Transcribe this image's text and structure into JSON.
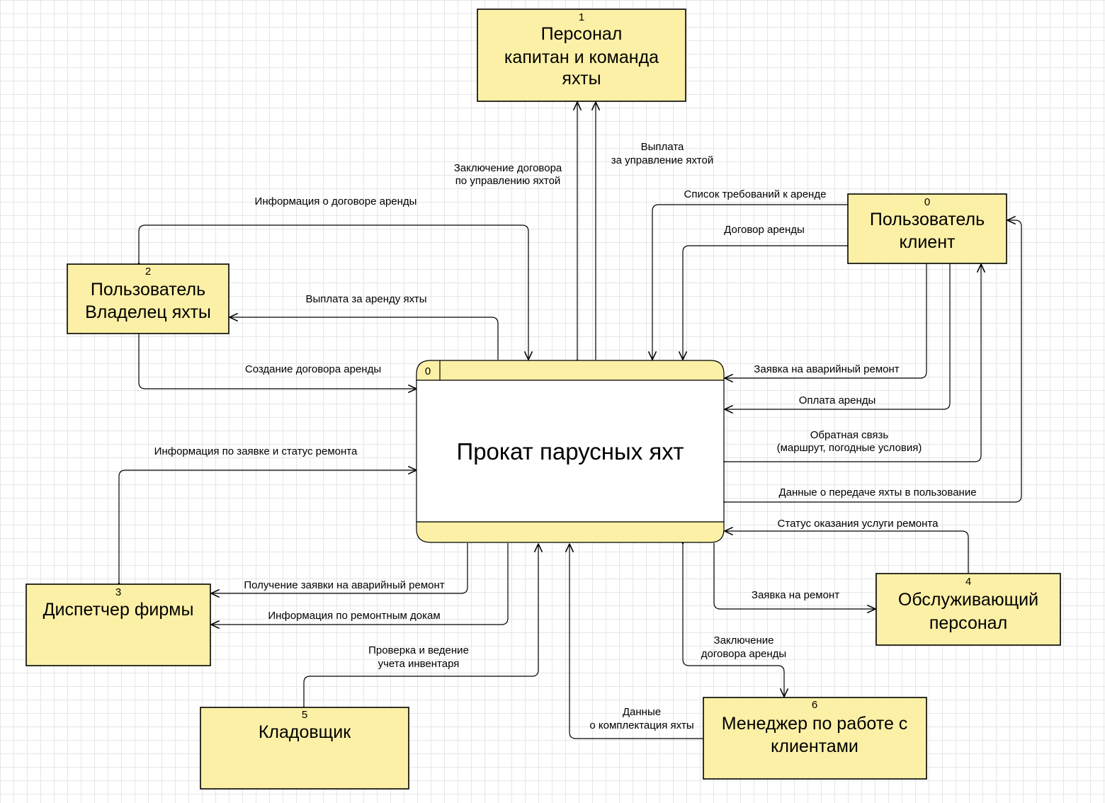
{
  "process": {
    "id": "0",
    "title": "Прокат парусных яхт"
  },
  "entities": {
    "crew": {
      "number": "1",
      "lines": [
        "Персонал",
        "капитан и команда",
        "яхты"
      ]
    },
    "client": {
      "number": "0",
      "lines": [
        "Пользователь",
        "клиент"
      ]
    },
    "owner": {
      "number": "2",
      "lines": [
        "Пользователь",
        "Владелец яхты"
      ]
    },
    "dispatcher": {
      "number": "3",
      "lines": [
        "Диспетчер фирмы"
      ]
    },
    "service": {
      "number": "4",
      "lines": [
        "Обслуживающий",
        "персонал"
      ]
    },
    "storekeeper": {
      "number": "5",
      "lines": [
        "Кладовщик"
      ]
    },
    "manager": {
      "number": "6",
      "lines": [
        "Менеджер по работе с",
        "клиентами"
      ]
    }
  },
  "flows": {
    "contract_management": [
      "Заключение договора",
      "по управлению яхтой"
    ],
    "management_payment": [
      "Выплата",
      "за управление яхтой"
    ],
    "lease_info": [
      "Информация о договоре аренды"
    ],
    "requirements_list": [
      "Список требований к аренде"
    ],
    "lease_contract": [
      "Договор аренды"
    ],
    "rent_payout": [
      "Выплата за аренду яхты"
    ],
    "lease_creation": [
      "Создание договора аренды"
    ],
    "emergency_request": [
      "Заявка на аварийный ремонт"
    ],
    "rent_payment": [
      "Оплата аренды"
    ],
    "feedback": [
      "Обратная связь",
      "(маршрут, погодные условия)"
    ],
    "handover_data": [
      "Данные о передаче яхты в пользование"
    ],
    "request_info_status": [
      "Информация по заявке и статус ремонта"
    ],
    "repair_service_status": [
      "Статус оказания услуги ремонта"
    ],
    "emergency_receipt": [
      "Получение заявки на аварийный ремонт"
    ],
    "repair_docks_info": [
      "Информация по ремонтным докам"
    ],
    "repair_request": [
      "Заявка на ремонт"
    ],
    "inventory_check": [
      "Проверка и ведение",
      "учета инвентаря"
    ],
    "lease_conclusion": [
      "Заключение",
      "договора аренды"
    ],
    "equipment_data": [
      "Данные",
      "о комплектация яхты"
    ]
  }
}
